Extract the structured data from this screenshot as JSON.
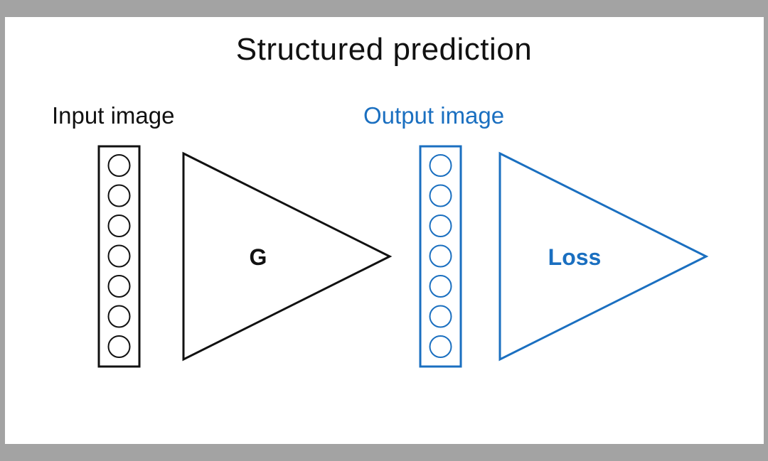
{
  "title": "Structured prediction",
  "input_label": "Input image",
  "output_label": "Output image",
  "generator_label": "G",
  "loss_label": "Loss",
  "colors": {
    "input": "#111111",
    "output": "#1a6fc0",
    "background": "#a3a3a3",
    "slide": "#ffffff"
  },
  "input_vector_units": 7,
  "output_vector_units": 7
}
